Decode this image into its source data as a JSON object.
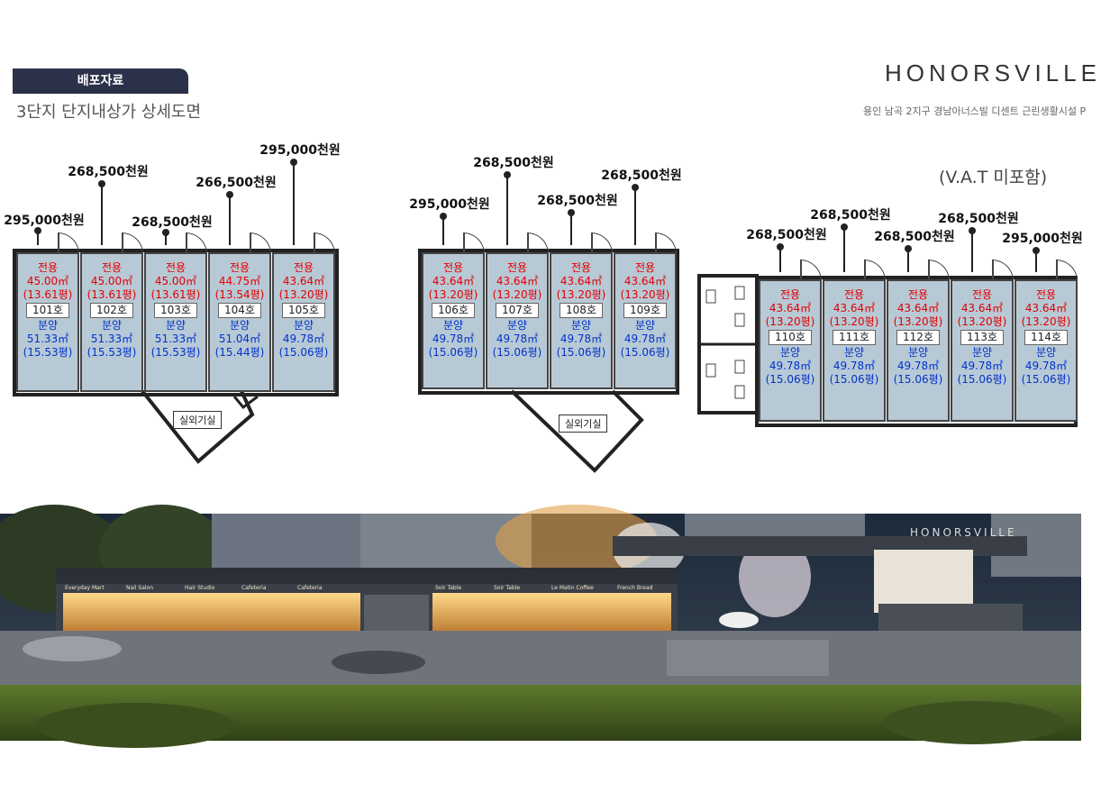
{
  "header": {
    "badge": "배포자료",
    "title": "3단지 단지내상가 상세도면",
    "brand": "HONORSVILLE",
    "subtitle": "용인 남곡 2지구 경남아너스빌 디센트 근린생활시설 P",
    "vat": "(V.A.T 미포함)"
  },
  "labels": {
    "exclusive": "전용",
    "sale": "분양",
    "terrace": "실외기실"
  },
  "units": [
    {
      "no": "101호",
      "price": "295,000천원",
      "exclusive_m2": "45.00㎡",
      "exclusive_py": "(13.61평)",
      "sale_m2": "51.33㎡",
      "sale_py": "(15.53평)"
    },
    {
      "no": "102호",
      "price": "268,500천원",
      "exclusive_m2": "45.00㎡",
      "exclusive_py": "(13.61평)",
      "sale_m2": "51.33㎡",
      "sale_py": "(15.53평)"
    },
    {
      "no": "103호",
      "price": "268,500천원",
      "exclusive_m2": "45.00㎡",
      "exclusive_py": "(13.61평)",
      "sale_m2": "51.33㎡",
      "sale_py": "(15.53평)"
    },
    {
      "no": "104호",
      "price": "266,500천원",
      "exclusive_m2": "44.75㎡",
      "exclusive_py": "(13.54평)",
      "sale_m2": "51.04㎡",
      "sale_py": "(15.44평)"
    },
    {
      "no": "105호",
      "price": "295,000천원",
      "exclusive_m2": "43.64㎡",
      "exclusive_py": "(13.20평)",
      "sale_m2": "49.78㎡",
      "sale_py": "(15.06평)"
    },
    {
      "no": "106호",
      "price": "295,000천원",
      "exclusive_m2": "43.64㎡",
      "exclusive_py": "(13.20평)",
      "sale_m2": "49.78㎡",
      "sale_py": "(15.06평)"
    },
    {
      "no": "107호",
      "price": "268,500천원",
      "exclusive_m2": "43.64㎡",
      "exclusive_py": "(13.20평)",
      "sale_m2": "49.78㎡",
      "sale_py": "(15.06평)"
    },
    {
      "no": "108호",
      "price": "268,500천원",
      "exclusive_m2": "43.64㎡",
      "exclusive_py": "(13.20평)",
      "sale_m2": "49.78㎡",
      "sale_py": "(15.06평)"
    },
    {
      "no": "109호",
      "price": "268,500천원",
      "exclusive_m2": "43.64㎡",
      "exclusive_py": "(13.20평)",
      "sale_m2": "49.78㎡",
      "sale_py": "(15.06평)"
    },
    {
      "no": "110호",
      "price": "268,500천원",
      "exclusive_m2": "43.64㎡",
      "exclusive_py": "(13.20평)",
      "sale_m2": "49.78㎡",
      "sale_py": "(15.06평)"
    },
    {
      "no": "111호",
      "price": "268,500천원",
      "exclusive_m2": "43.64㎡",
      "exclusive_py": "(13.20평)",
      "sale_m2": "49.78㎡",
      "sale_py": "(15.06평)"
    },
    {
      "no": "112호",
      "price": "268,500천원",
      "exclusive_m2": "43.64㎡",
      "exclusive_py": "(13.20평)",
      "sale_m2": "49.78㎡",
      "sale_py": "(15.06평)"
    },
    {
      "no": "113호",
      "price": "268,500천원",
      "exclusive_m2": "43.64㎡",
      "exclusive_py": "(13.20평)",
      "sale_m2": "49.78㎡",
      "sale_py": "(15.06평)"
    },
    {
      "no": "114호",
      "price": "295,000천원",
      "exclusive_m2": "43.64㎡",
      "exclusive_py": "(13.20평)",
      "sale_m2": "49.78㎡",
      "sale_py": "(15.06평)"
    }
  ],
  "rendering": {
    "brand_sign": "HONORSVILLE",
    "store_signs": [
      "Everyday Mart",
      "Nail Salon",
      "Hair Studio",
      "Cafeteria",
      "Cafeteria",
      "Soir Table",
      "Soir Table",
      "Le Matin Coffee",
      "French Bread"
    ]
  }
}
